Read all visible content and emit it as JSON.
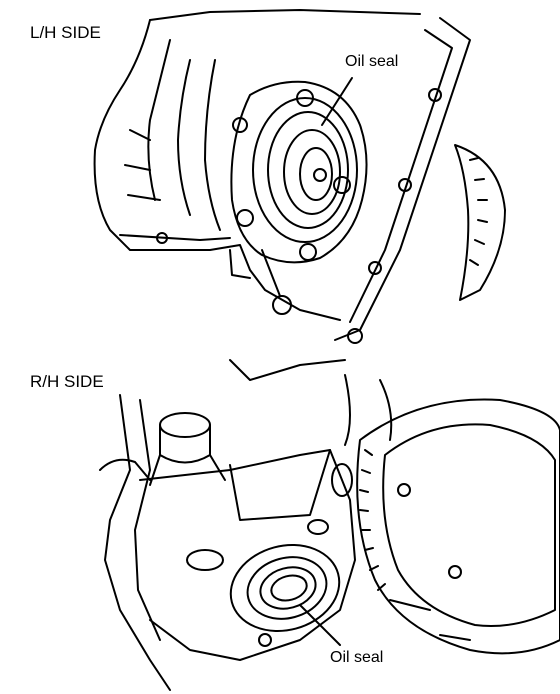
{
  "panels": [
    {
      "side_label": "L/H SIDE",
      "callout": "Oil seal"
    },
    {
      "side_label": "R/H SIDE",
      "callout": "Oil seal"
    }
  ],
  "colors": {
    "ink": "#000000",
    "paper": "#ffffff"
  }
}
